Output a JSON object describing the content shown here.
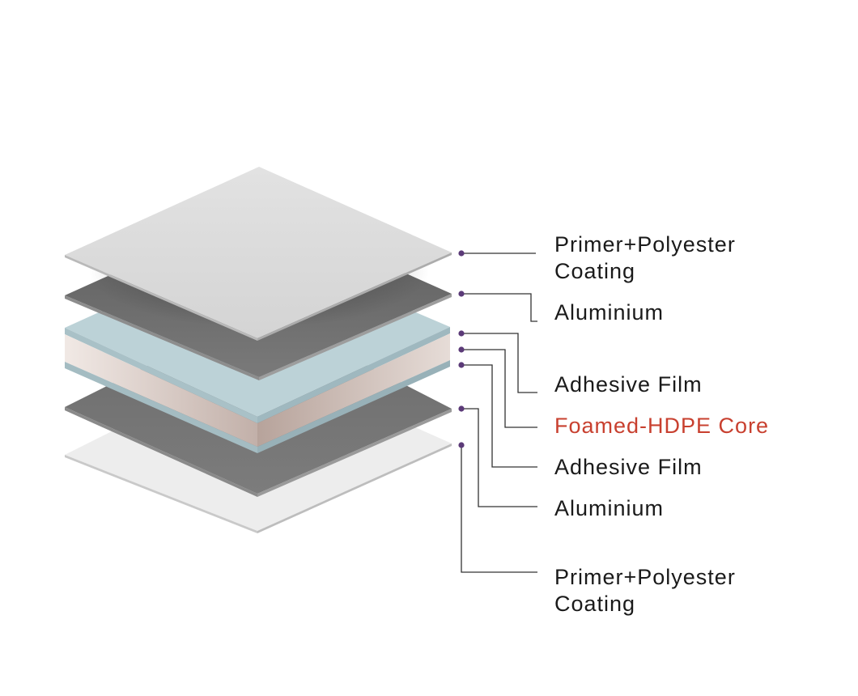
{
  "layers": [
    {
      "id": "top-coating",
      "lines": [
        "Primer+Polyester",
        "Coating"
      ],
      "highlight": false
    },
    {
      "id": "top-aluminium",
      "lines": [
        "Aluminium"
      ],
      "highlight": false
    },
    {
      "id": "top-adhesive",
      "lines": [
        "Adhesive Film"
      ],
      "highlight": false
    },
    {
      "id": "core",
      "lines": [
        "Foamed-HDPE Core"
      ],
      "highlight": true
    },
    {
      "id": "bottom-adhesive",
      "lines": [
        "Adhesive Film"
      ],
      "highlight": false
    },
    {
      "id": "bottom-aluminium",
      "lines": [
        "Aluminium"
      ],
      "highlight": false
    },
    {
      "id": "bottom-coating",
      "lines": [
        "Primer+Polyester",
        "Coating"
      ],
      "highlight": false
    }
  ],
  "colors": {
    "coating_top": "#dcdcdc",
    "aluminium": "#6e6e6e",
    "adhesive": "#b9cfd4",
    "core_side": "#cdbdb6",
    "coating_bottom": "#ececec",
    "leader_line": "#333333",
    "marker_dot": "#5b3a78",
    "core_label": "#c8402f"
  }
}
